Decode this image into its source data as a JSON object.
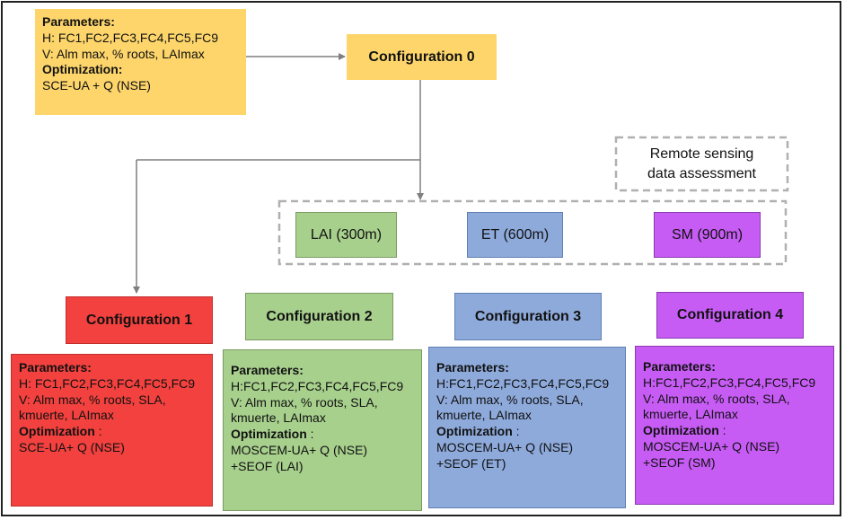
{
  "colors": {
    "yellow": "#fdd56b",
    "red": "#f2413e",
    "green": "#a8d08d",
    "blue": "#8eaadb",
    "purple": "#c75cf5",
    "connector": "#7f7f7f"
  },
  "top_params": {
    "parameters_label": "Parameters:",
    "h": "H: FC1,FC2,FC3,FC4,FC5,FC9",
    "v": "V: Alm max, % roots, LAImax",
    "optimization_label": "Optimization:",
    "method": "SCE-UA + Q (NSE)"
  },
  "config0": {
    "label": "Configuration 0"
  },
  "remote_sensing": {
    "line1": "Remote sensing",
    "line2": "data assessment"
  },
  "datasets": {
    "lai": "LAI (300m)",
    "et": "ET (600m)",
    "sm": "SM (900m)"
  },
  "configs": [
    {
      "label": "Configuration 1",
      "parameters_label": "Parameters:",
      "h": "H: FC1,FC2,FC3,FC4,FC5,FC9",
      "v1": "V: Alm max, % roots, SLA,",
      "v2": "kmuerte, LAImax",
      "optimization_label": "Optimization",
      "optimization_colon": " :",
      "method1": "SCE-UA+ Q (NSE)",
      "method2": ""
    },
    {
      "label": "Configuration 2",
      "parameters_label": "Parameters:",
      "h": "H:FC1,FC2,FC3,FC4,FC5,FC9",
      "v1": "V: Alm max, % roots, SLA,",
      "v2": "kmuerte, LAImax",
      "optimization_label": "Optimization",
      "optimization_colon": " :",
      "method1": "MOSCEM-UA+ Q (NSE)",
      "method2": "+SEOF (LAI)"
    },
    {
      "label": "Configuration 3",
      "parameters_label": "Parameters:",
      "h": "H:FC1,FC2,FC3,FC4,FC5,FC9",
      "v1": "V: Alm max, % roots, SLA,",
      "v2": "kmuerte, LAImax",
      "optimization_label": "Optimization",
      "optimization_colon": " :",
      "method1": "MOSCEM-UA+ Q (NSE)",
      "method2": "+SEOF (ET)"
    },
    {
      "label": "Configuration 4",
      "parameters_label": "Parameters:",
      "h": "H:FC1,FC2,FC3,FC4,FC5,FC9",
      "v1": "V: Alm max, % roots, SLA,",
      "v2": "kmuerte, LAImax",
      "optimization_label": "Optimization",
      "optimization_colon": " :",
      "method1": "MOSCEM-UA+ Q (NSE)",
      "method2": "+SEOF (SM)"
    }
  ]
}
